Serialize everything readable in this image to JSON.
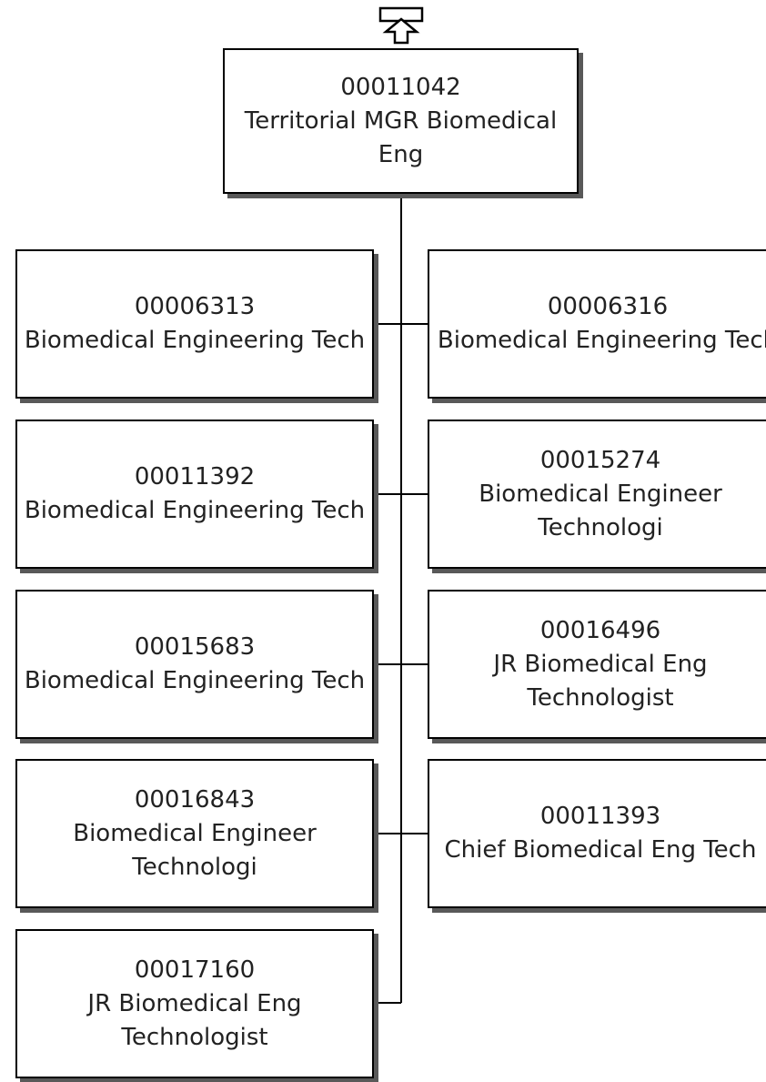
{
  "root": {
    "id": "00011042",
    "line1": "Territorial MGR Biomedical",
    "line2": "Eng"
  },
  "left": [
    {
      "id": "00006313",
      "line1": "Biomedical Engineering Tech",
      "line2": ""
    },
    {
      "id": "00011392",
      "line1": "Biomedical Engineering Tech",
      "line2": ""
    },
    {
      "id": "00015683",
      "line1": "Biomedical Engineering Tech",
      "line2": ""
    },
    {
      "id": "00016843",
      "line1": "Biomedical Engineer",
      "line2": "Technologi"
    },
    {
      "id": "00017160",
      "line1": "JR Biomedical Eng",
      "line2": "Technologist"
    }
  ],
  "right": [
    {
      "id": "00006316",
      "line1": "Biomedical Engineering Tech",
      "line2": ""
    },
    {
      "id": "00015274",
      "line1": "Biomedical Engineer",
      "line2": "Technologi"
    },
    {
      "id": "00016496",
      "line1": "JR Biomedical Eng",
      "line2": "Technologist"
    },
    {
      "id": "00011393",
      "line1": "Chief Biomedical Eng Tech",
      "line2": ""
    }
  ],
  "colors": {
    "border": "#000000",
    "shadow": "#595959",
    "text": "#222222"
  },
  "icons": {
    "up": "up-arrow-icon"
  }
}
